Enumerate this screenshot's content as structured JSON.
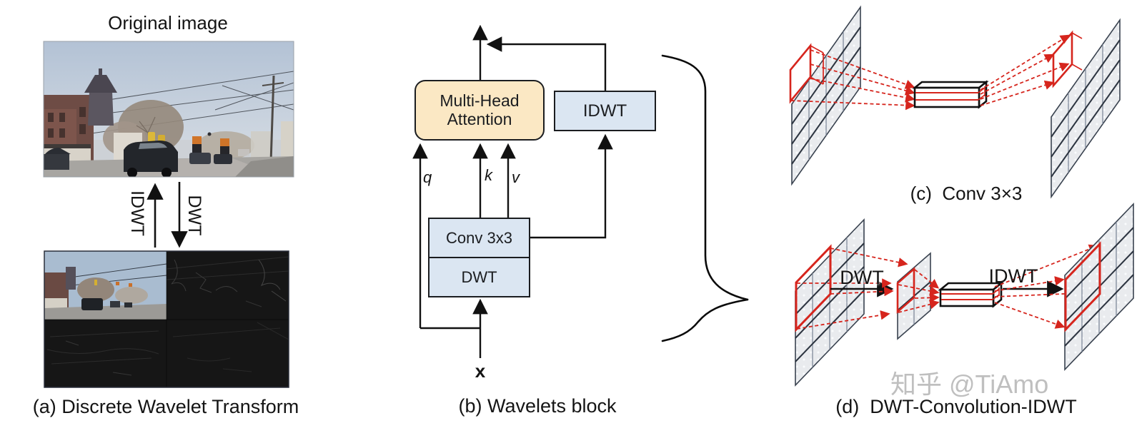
{
  "figure": {
    "panel_a": {
      "title": "Original image",
      "up_arrow_label": "IDWT",
      "down_arrow_label": "DWT",
      "caption": "(a) Discrete Wavelet Transform"
    },
    "panel_b": {
      "mha_label": "Multi-Head Attention",
      "idwt_label": "IDWT",
      "conv_label": "Conv 3x3",
      "dwt_label": "DWT",
      "q_label": "q",
      "k_label": "k",
      "v_label": "v",
      "input_label": "x",
      "caption": "(b) Wavelets block"
    },
    "panel_c": {
      "caption": "(c)  Conv 3×3"
    },
    "panel_d": {
      "dwt_arrow_label": "DWT",
      "idwt_arrow_label": "IDWT",
      "caption": "(d)  DWT-Convolution-IDWT"
    },
    "watermark": "知乎 @TiAmo",
    "colors": {
      "attention_box_fill": "#fbe8c4",
      "blue_box_fill": "#dbe6f2",
      "diagram_red": "#d6251d",
      "line_black": "#111111",
      "grid_fill": "#e9ebee",
      "watermark_gray": "#b5b5b5"
    }
  }
}
